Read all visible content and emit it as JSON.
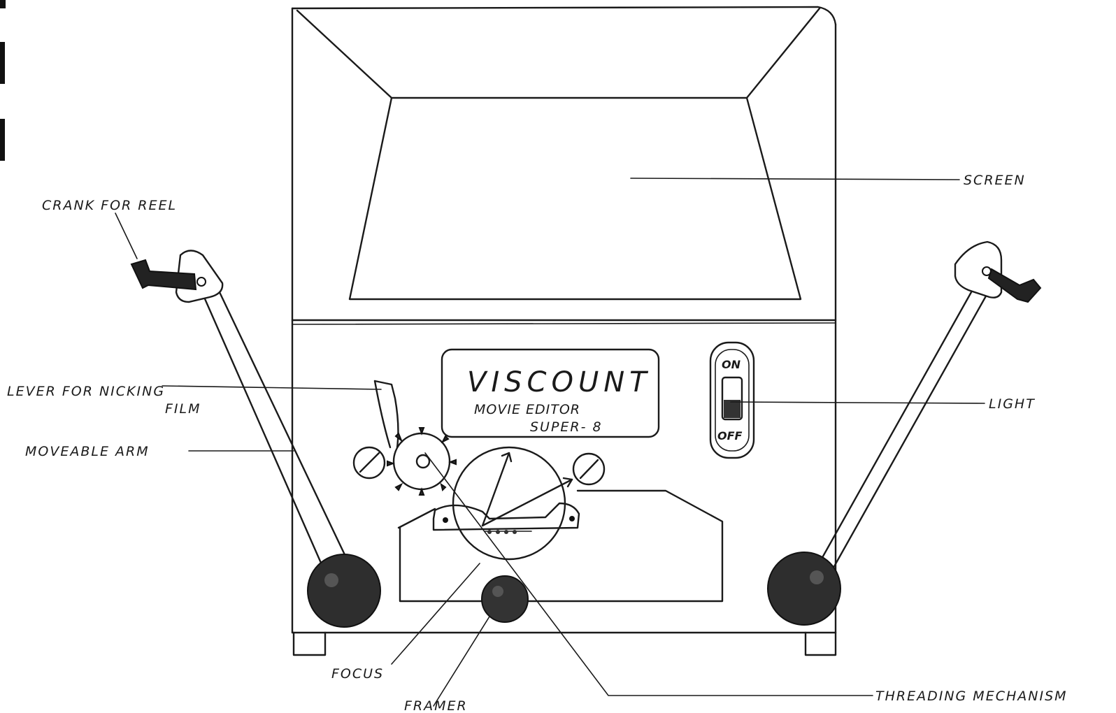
{
  "diagram": {
    "brand_plate": {
      "name": "VISCOUNT",
      "line1": "MOVIE EDITOR",
      "line2": "SUPER- 8"
    },
    "switch": {
      "on": "ON",
      "off": "OFF"
    },
    "labels": {
      "screen": "SCREEN",
      "crank": "CRANK FOR REEL",
      "lever_line1": "LEVER FOR NICKING",
      "lever_line2": "FILM",
      "arm": "MOVEABLE ARM",
      "light": "LIGHT",
      "focus": "FOCUS",
      "framer": "FRAMER",
      "threading": "THREADING MECHANISM"
    }
  }
}
